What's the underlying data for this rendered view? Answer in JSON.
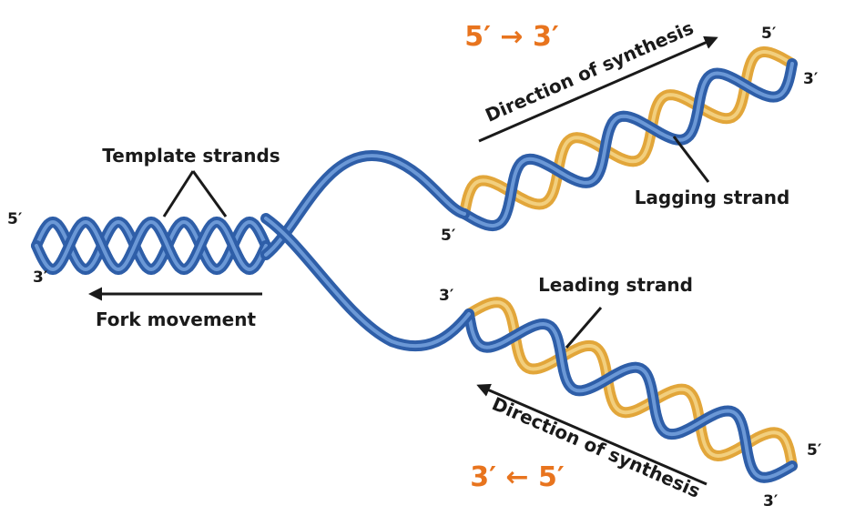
{
  "labels": {
    "template_strands": "Template strands",
    "fork_movement": "Fork movement",
    "lagging_strand": "Lagging strand",
    "leading_strand": "Leading strand",
    "direction_top": "Direction of synthesis",
    "direction_bottom": "Direction of synthesis",
    "orientation_top": "5′ → 3′",
    "orientation_bottom": "3′ ← 5′"
  },
  "ends": {
    "parent_5": "5′",
    "parent_3": "3′",
    "top_5_right": "5′",
    "top_3_right": "3′",
    "top_5_left": "5′",
    "bottom_3_left": "3′",
    "bottom_5_right": "5′",
    "bottom_3_right": "3′"
  },
  "colors": {
    "template_blue": "#2e5ea8",
    "template_blue_light": "#6b98d6",
    "new_strand_gold": "#e2a63a",
    "new_strand_gold_light": "#f2cf7e",
    "accent_orange": "#e8741e",
    "text": "#1a1a1a"
  }
}
